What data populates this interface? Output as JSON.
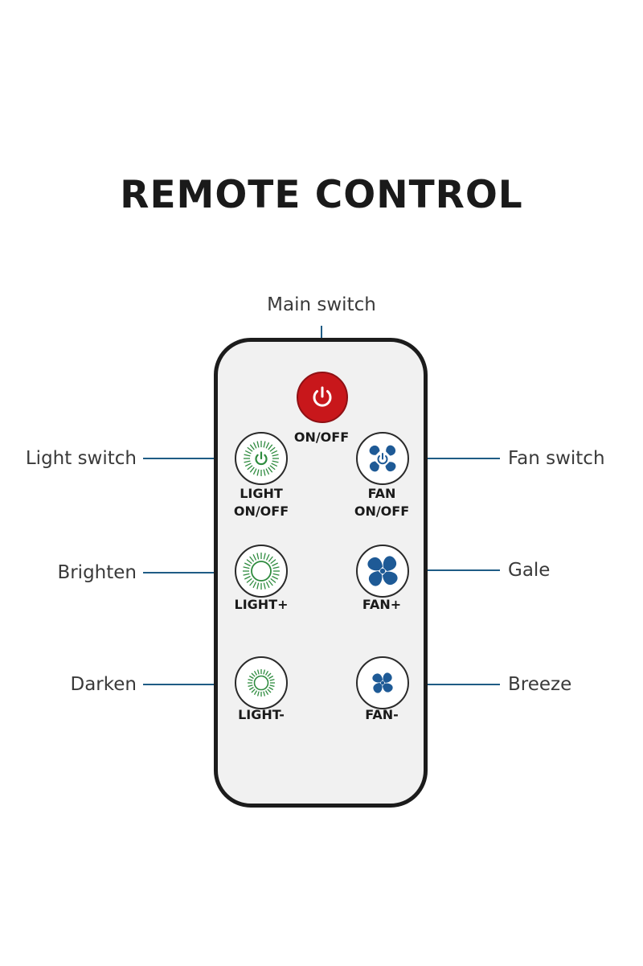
{
  "title": "REMOTE CONTROL",
  "colors": {
    "line": "#1f5c85",
    "power": "#c8171b",
    "light": "#2e8b3e",
    "fan": "#1e5a96"
  },
  "callouts": {
    "main_switch": "Main switch",
    "light_switch": "Light switch",
    "brighten": "Brighten",
    "darken": "Darken",
    "fan_switch": "Fan switch",
    "gale": "Gale",
    "breeze": "Breeze"
  },
  "buttons": {
    "power": {
      "label": "ON/OFF",
      "icon": "power-icon"
    },
    "light_onoff": {
      "label_line1": "LIGHT",
      "label_line2": "ON/OFF",
      "icon": "light-power-icon"
    },
    "fan_onoff": {
      "label_line1": "FAN",
      "label_line2": "ON/OFF",
      "icon": "fan-power-icon"
    },
    "light_plus": {
      "label": "LIGHT+",
      "icon": "light-bright-icon"
    },
    "fan_plus": {
      "label": "FAN+",
      "icon": "fan-icon"
    },
    "light_minus": {
      "label": "LIGHT-",
      "icon": "light-dim-icon"
    },
    "fan_minus": {
      "label": "FAN-",
      "icon": "fan-small-icon"
    }
  }
}
